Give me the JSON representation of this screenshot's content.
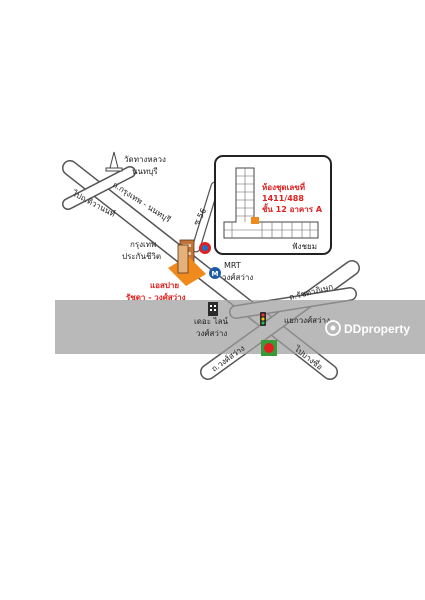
{
  "map": {
    "labels": {
      "temple": [
        "วัดทางหลวง",
        "นนทบุรี"
      ],
      "road_tiwanon": "ไปถ.ติวานนท์",
      "road_krungthep_nonthaburi": "ถ.กรุงเทพ - นนทบุรี",
      "soi_56": "ซ.56",
      "insurance": [
        "กรุงเทพ",
        "ประกันชีวิต"
      ],
      "mrt": [
        "MRT",
        "วงศ์สว่าง"
      ],
      "condo": [
        "แอสปาย",
        "รัชดา - วงศ์สว่าง"
      ],
      "mall": [
        "เดอะ ไลน์",
        "วงศ์สว่าง"
      ],
      "road_ratchadaphisek": "ถ.รัชดาภิเษก",
      "intersection": "แยกวงศ์สว่าง",
      "road_wongsawang": "ถ.วงศ์สว่าง",
      "to_bang_sue": "ไปบางซื่อ"
    },
    "inset": {
      "unit_lines": [
        "ห้องชุดเลขที่",
        "1411/488",
        "ชั้น 12 อาคาร A"
      ],
      "corridor": "ฟังชยม"
    },
    "colors": {
      "road": "#cfcfcf",
      "road_outline": "#555555",
      "highlight": "#e02020",
      "condo_orange": "#f08a1c",
      "watermark_band": "#9e9e9e"
    },
    "watermark": {
      "brand": "DDproperty"
    }
  }
}
